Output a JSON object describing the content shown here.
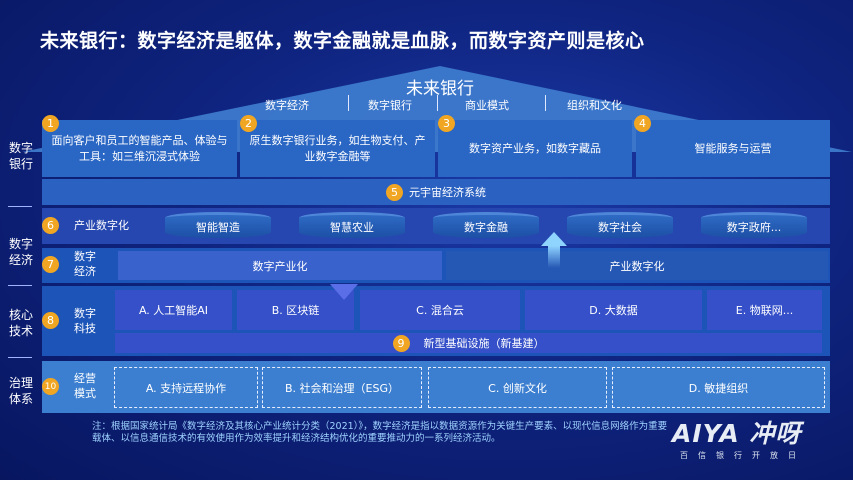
{
  "title": "未来银行：数字经济是躯体，数字金融就是血脉，而数字资产则是核心",
  "roof": {
    "title": "未来银行",
    "items": [
      "数字经济",
      "数字银行",
      "商业模式",
      "组织和文化"
    ]
  },
  "side_labels": {
    "bank": "数字\n银行",
    "economy": "数字\n经济",
    "tech": "核心\n技术",
    "gov": "治理\n体系"
  },
  "row1": [
    {
      "num": "1",
      "text": "面向客户和员工的智能产品、体验与工具：如三维沉浸式体验"
    },
    {
      "num": "2",
      "text": "原生数字银行业务，如生物支付、产业数字金融等"
    },
    {
      "num": "3",
      "text": "数字资产业务，如数字藏品"
    },
    {
      "num": "4",
      "text": "智能服务与运营"
    }
  ],
  "row5": {
    "num": "5",
    "text": "元宇宙经济系统"
  },
  "row6": {
    "num": "6",
    "label": "产业数字化",
    "items": [
      "智能智造",
      "智慧农业",
      "数字金融",
      "数字社会",
      "数字政府..."
    ]
  },
  "row7": {
    "num": "7",
    "label": "数字\n经济",
    "items": [
      "数字产业化",
      "产业数字化"
    ]
  },
  "row8": {
    "num": "8",
    "label": "数字\n科技",
    "items": [
      "A. 人工智能AI",
      "B. 区块链",
      "C. 混合云",
      "D. 大数据",
      "E. 物联网..."
    ]
  },
  "row9": {
    "num": "9",
    "text": "新型基础设施（新基建）"
  },
  "row10": {
    "num": "10",
    "label": "经营\n模式",
    "items": [
      "A. 支持远程协作",
      "B. 社会和治理（ESG）",
      "C. 创新文化",
      "D. 敏捷组织"
    ]
  },
  "note": "注：根据国家统计局《数字经济及其核心产业统计分类（2021）》，数字经济是指以数据资源作为关键生产要素、以现代信息网络作为重要载体、以信息通信技术的有效使用作为效率提升和经济结构优化的重要推动力的一系列经济活动。",
  "logo": {
    "text": "AIYA 冲呀",
    "sub": "百信银行开放日"
  }
}
